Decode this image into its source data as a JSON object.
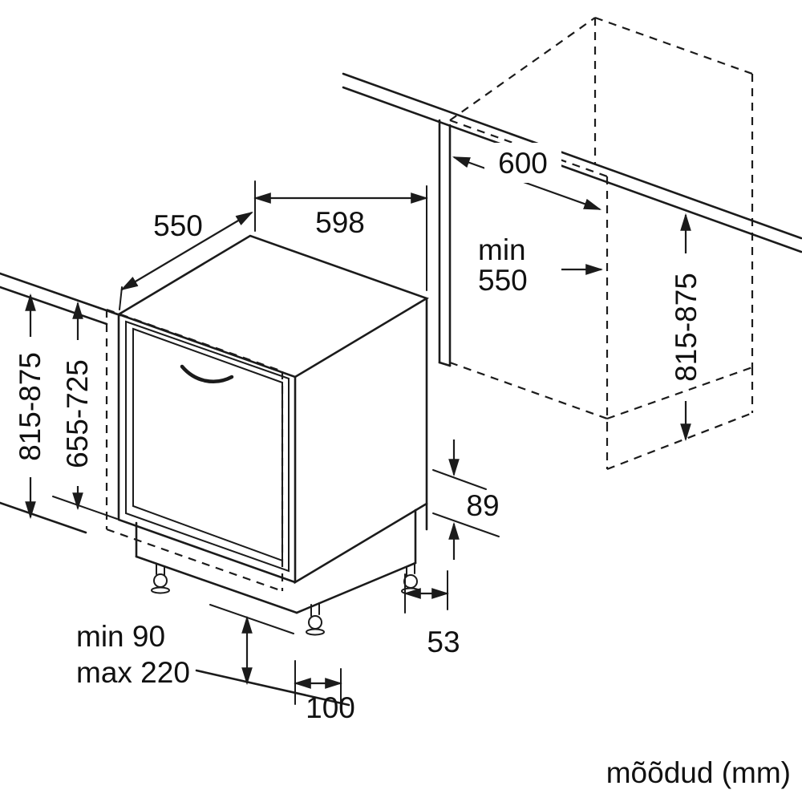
{
  "diagram": {
    "caption": "mõõdud (mm)",
    "dimensions": {
      "unit_depth": "550",
      "unit_width": "598",
      "niche_width": "600",
      "niche_min_depth_word": "min",
      "niche_min_depth_value": "550",
      "niche_height_left": "815-875",
      "door_panel_height": "655-725",
      "niche_height_right": "815-875",
      "floor_clearance": "89",
      "foot_offset": "53",
      "foot_adjust": "100",
      "plinth_min": "min 90",
      "plinth_max": "max 220"
    },
    "colors": {
      "line": "#1b1b1b",
      "background": "#ffffff"
    }
  }
}
